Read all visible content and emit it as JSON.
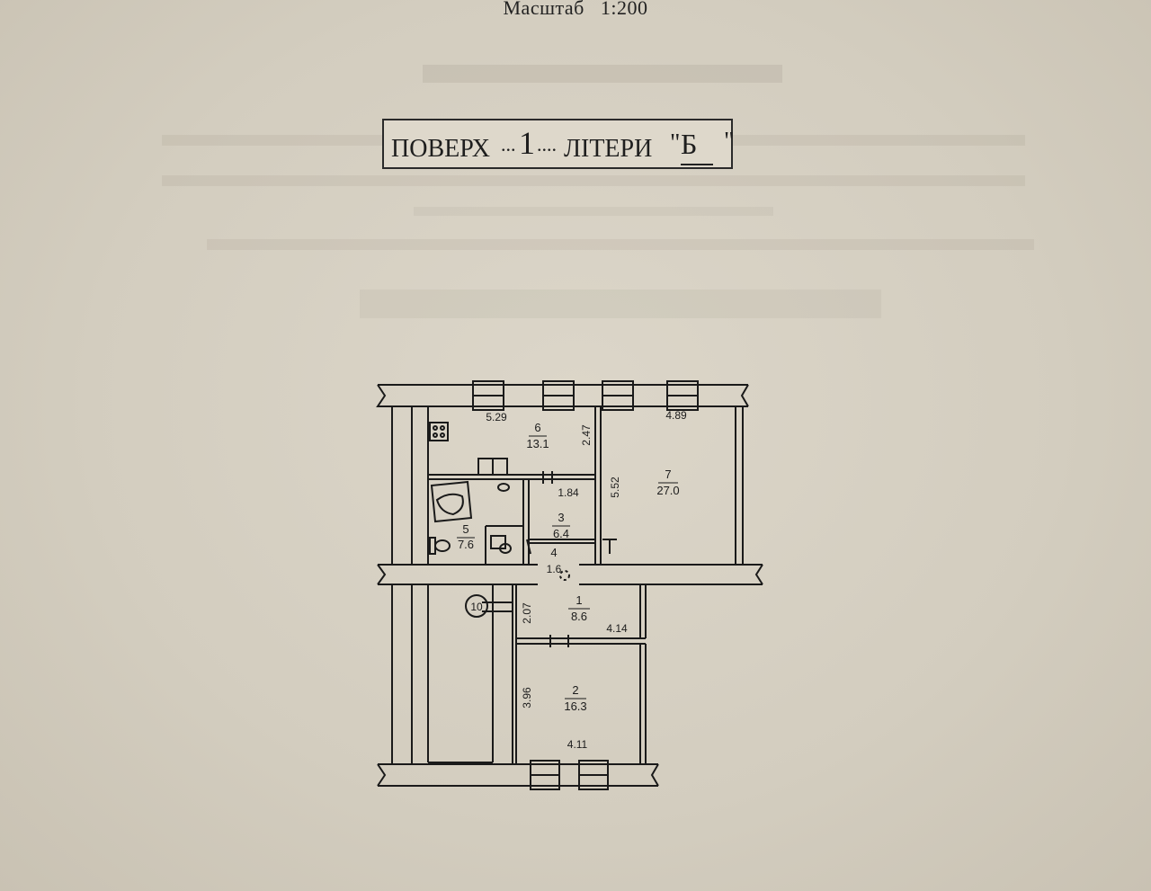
{
  "header": {
    "scale_label": "Масштаб",
    "scale_value": "1:200"
  },
  "floor_box": {
    "floor_label": "ПОВЕРХ",
    "floor_dots": "...",
    "floor_dots_after": "....",
    "floor_number": "1",
    "letter_label": "ЛІТЕРИ",
    "quote_open": "\"",
    "letter": "Б",
    "quote_close": "\""
  },
  "rooms": [
    {
      "id": "1",
      "area": "8.6"
    },
    {
      "id": "2",
      "area": "16.3"
    },
    {
      "id": "3",
      "area": "6.4"
    },
    {
      "id": "4",
      "area": ""
    },
    {
      "id": "5",
      "area": "7.6"
    },
    {
      "id": "6",
      "area": "13.1"
    },
    {
      "id": "7",
      "area": "27.0"
    }
  ],
  "dimensions": {
    "d_5_29": "5.29",
    "d_2_47": "2.47",
    "d_4_89": "4.89",
    "d_5_52": "5.52",
    "d_1_84": "1.84",
    "d_1_6": "1.6",
    "d_2_07": "2.07",
    "d_4_14": "4.14",
    "d_3_96": "3.96",
    "d_4_11": "4.11"
  },
  "marker": "10"
}
